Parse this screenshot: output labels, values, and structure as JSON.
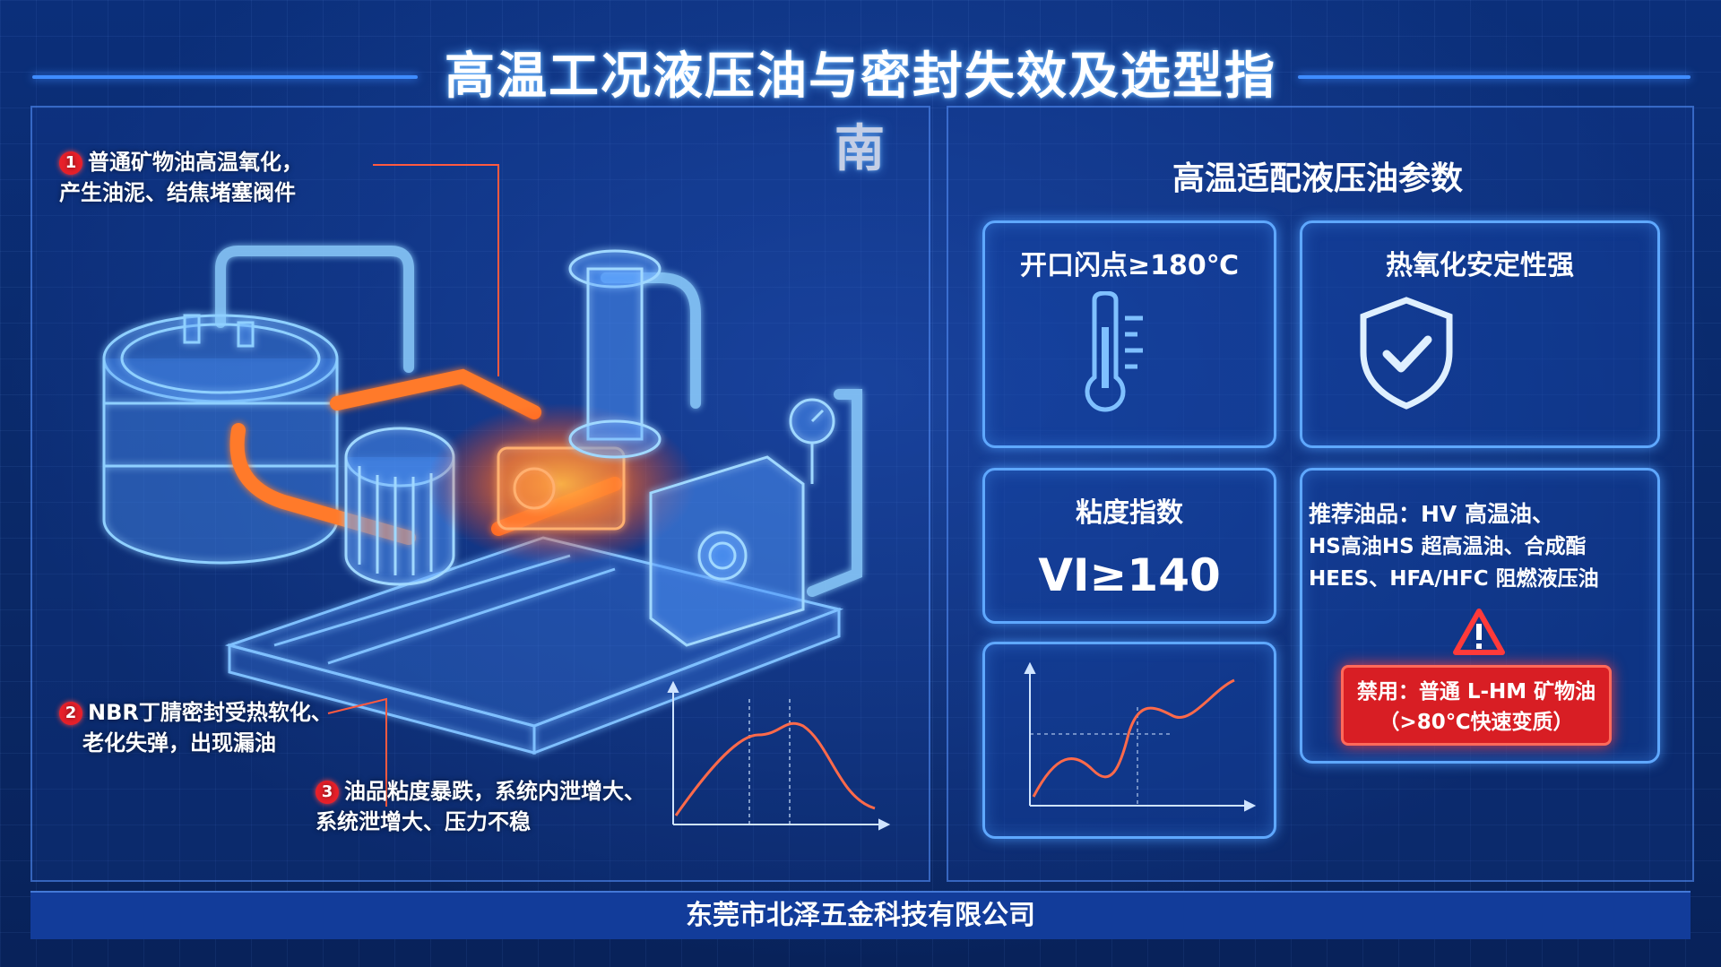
{
  "title": "高温工况液压油与密封失效及选型指南",
  "left_panel": {
    "callouts": [
      {
        "num": "1",
        "line1": "普通矿物油高温氧化，",
        "line2": "产生油泥、结焦堵塞阀件"
      },
      {
        "num": "2",
        "line1": "NBR丁腈密封受热软化、",
        "line2": "老化失弹，出现漏油"
      },
      {
        "num": "3",
        "line1": "油品粘度暴跌，系统内泄增大、",
        "line2": "系统泄增大、压力不稳"
      }
    ]
  },
  "right_panel": {
    "section_title": "高温适配液压油参数",
    "cards": {
      "flash_point": {
        "title": "开口闪点≥180℃",
        "icon": "thermometer-icon"
      },
      "oxidation": {
        "title": "热氧化安定性强",
        "icon": "shield-check-icon"
      },
      "viscosity": {
        "title": "粘度指数",
        "value": "VI≥140"
      },
      "curve": {
        "icon": "line-graph-icon"
      },
      "recommend": {
        "line1": "推荐油品：HV 高温油、",
        "line2": "HS高油HS 超高温油、合成酯",
        "line3": "HEES、HFA/HFC 阻燃液压油",
        "warning_icon": "warning-triangle-icon",
        "ban_line1": "禁用：普通 L-HM 矿物油",
        "ban_line2": "（>80℃快速变质）"
      }
    }
  },
  "footer": {
    "company": "东莞市北泽五金科技有限公司"
  },
  "colors": {
    "accent": "#5fa8ff",
    "background": "#0a2a6e",
    "danger": "#d81e24",
    "glow_hot": "#ff7a2a"
  }
}
